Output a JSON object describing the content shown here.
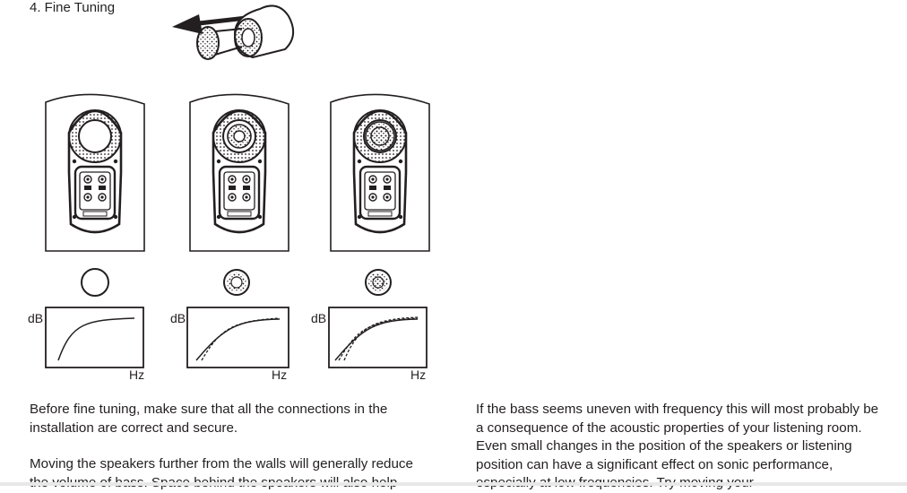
{
  "section": {
    "title": "4. Fine Tuning"
  },
  "graph_labels": {
    "y_axis": "dB",
    "x_axis": "Hz"
  },
  "port_options": [
    {
      "name": "open-port"
    },
    {
      "name": "foam-ring"
    },
    {
      "name": "foam-bung"
    }
  ],
  "text": {
    "left_p1": "Before fine tuning, make sure that all the connections in the installation are correct and secure.",
    "left_p2": "Moving the speakers further from the walls will generally reduce the volume of bass. Space behind the speakers will also help",
    "right_p1": "If the bass seems uneven with frequency this will most probably be a consequence of the acoustic properties of your listening room. Even small changes in the position of the speakers or listening position can have a significant effect on sonic performance, especially at low frequencies. Try moving your"
  },
  "colors": {
    "ink": "#231f20",
    "background": "#ffffff"
  }
}
